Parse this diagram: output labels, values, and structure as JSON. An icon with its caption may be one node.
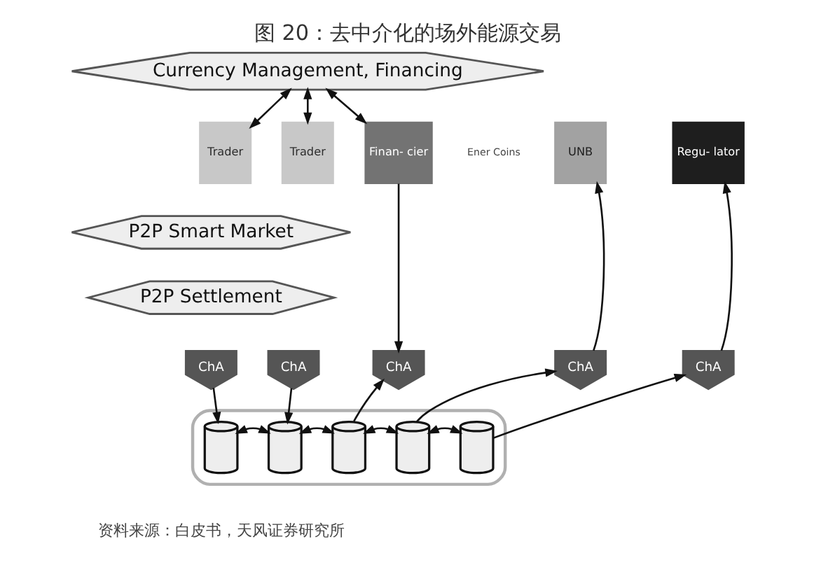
{
  "diagram": {
    "title": "图 20：去中介化的场外能源交易",
    "caption": "资料来源：白皮书，天风证券研究所",
    "nodes": [
      {
        "text": [
          "Currency Management, Financing"
        ]
      },
      {
        "text": [
          "Trader"
        ]
      },
      {
        "text": [
          "Trader"
        ]
      },
      {
        "text": [
          "Finan- cier"
        ],
        "beside": [
          "Ener Coins"
        ]
      },
      {
        "text": [
          "UNB"
        ]
      },
      {
        "text": [
          "Regu- lator"
        ]
      },
      {
        "text": [
          "P2P Smart Market"
        ]
      },
      {
        "text": [
          "P2P Settlement"
        ]
      },
      {
        "text": [
          "ChA"
        ]
      },
      {
        "text": [
          "ChA"
        ]
      },
      {
        "text": [
          "ChA"
        ]
      },
      {
        "text": [
          "ChA"
        ]
      },
      {
        "text": [
          "ChA"
        ]
      },
      {
        "text": [],
        "shape": "cloud"
      },
      {
        "text": [],
        "shape": "cylinder",
        "in": 13
      },
      {
        "text": [],
        "shape": "cylinder",
        "in": 13
      },
      {
        "text": [],
        "shape": "cylinder",
        "in": 13
      },
      {
        "text": [],
        "shape": "cylinder",
        "in": 13
      },
      {
        "text": [],
        "shape": "cylinder",
        "in": 13
      }
    ],
    "edges": [
      {
        "from": 0,
        "to": 1,
        "arrow": "both"
      },
      {
        "from": 0,
        "to": 2,
        "arrow": "both"
      },
      {
        "from": 0,
        "to": 3,
        "arrow": "both"
      },
      {
        "from": 3,
        "to": 10,
        "arrow": "to"
      },
      {
        "from": 11,
        "to": 4,
        "arrow": "to"
      },
      {
        "from": 12,
        "to": 5,
        "arrow": "to"
      },
      {
        "from": 8,
        "to": 14,
        "arrow": "to"
      },
      {
        "from": 9,
        "to": 15,
        "arrow": "to"
      },
      {
        "from": 16,
        "to": 10,
        "arrow": "to"
      },
      {
        "from": 17,
        "to": 11,
        "arrow": "to"
      },
      {
        "from": 18,
        "to": 12,
        "arrow": "to"
      },
      {
        "from": 14,
        "to": 15,
        "arrow": "both"
      },
      {
        "from": 15,
        "to": 16,
        "arrow": "both"
      },
      {
        "from": 16,
        "to": 17,
        "arrow": "both"
      },
      {
        "from": 17,
        "to": 18,
        "arrow": "both"
      }
    ]
  }
}
